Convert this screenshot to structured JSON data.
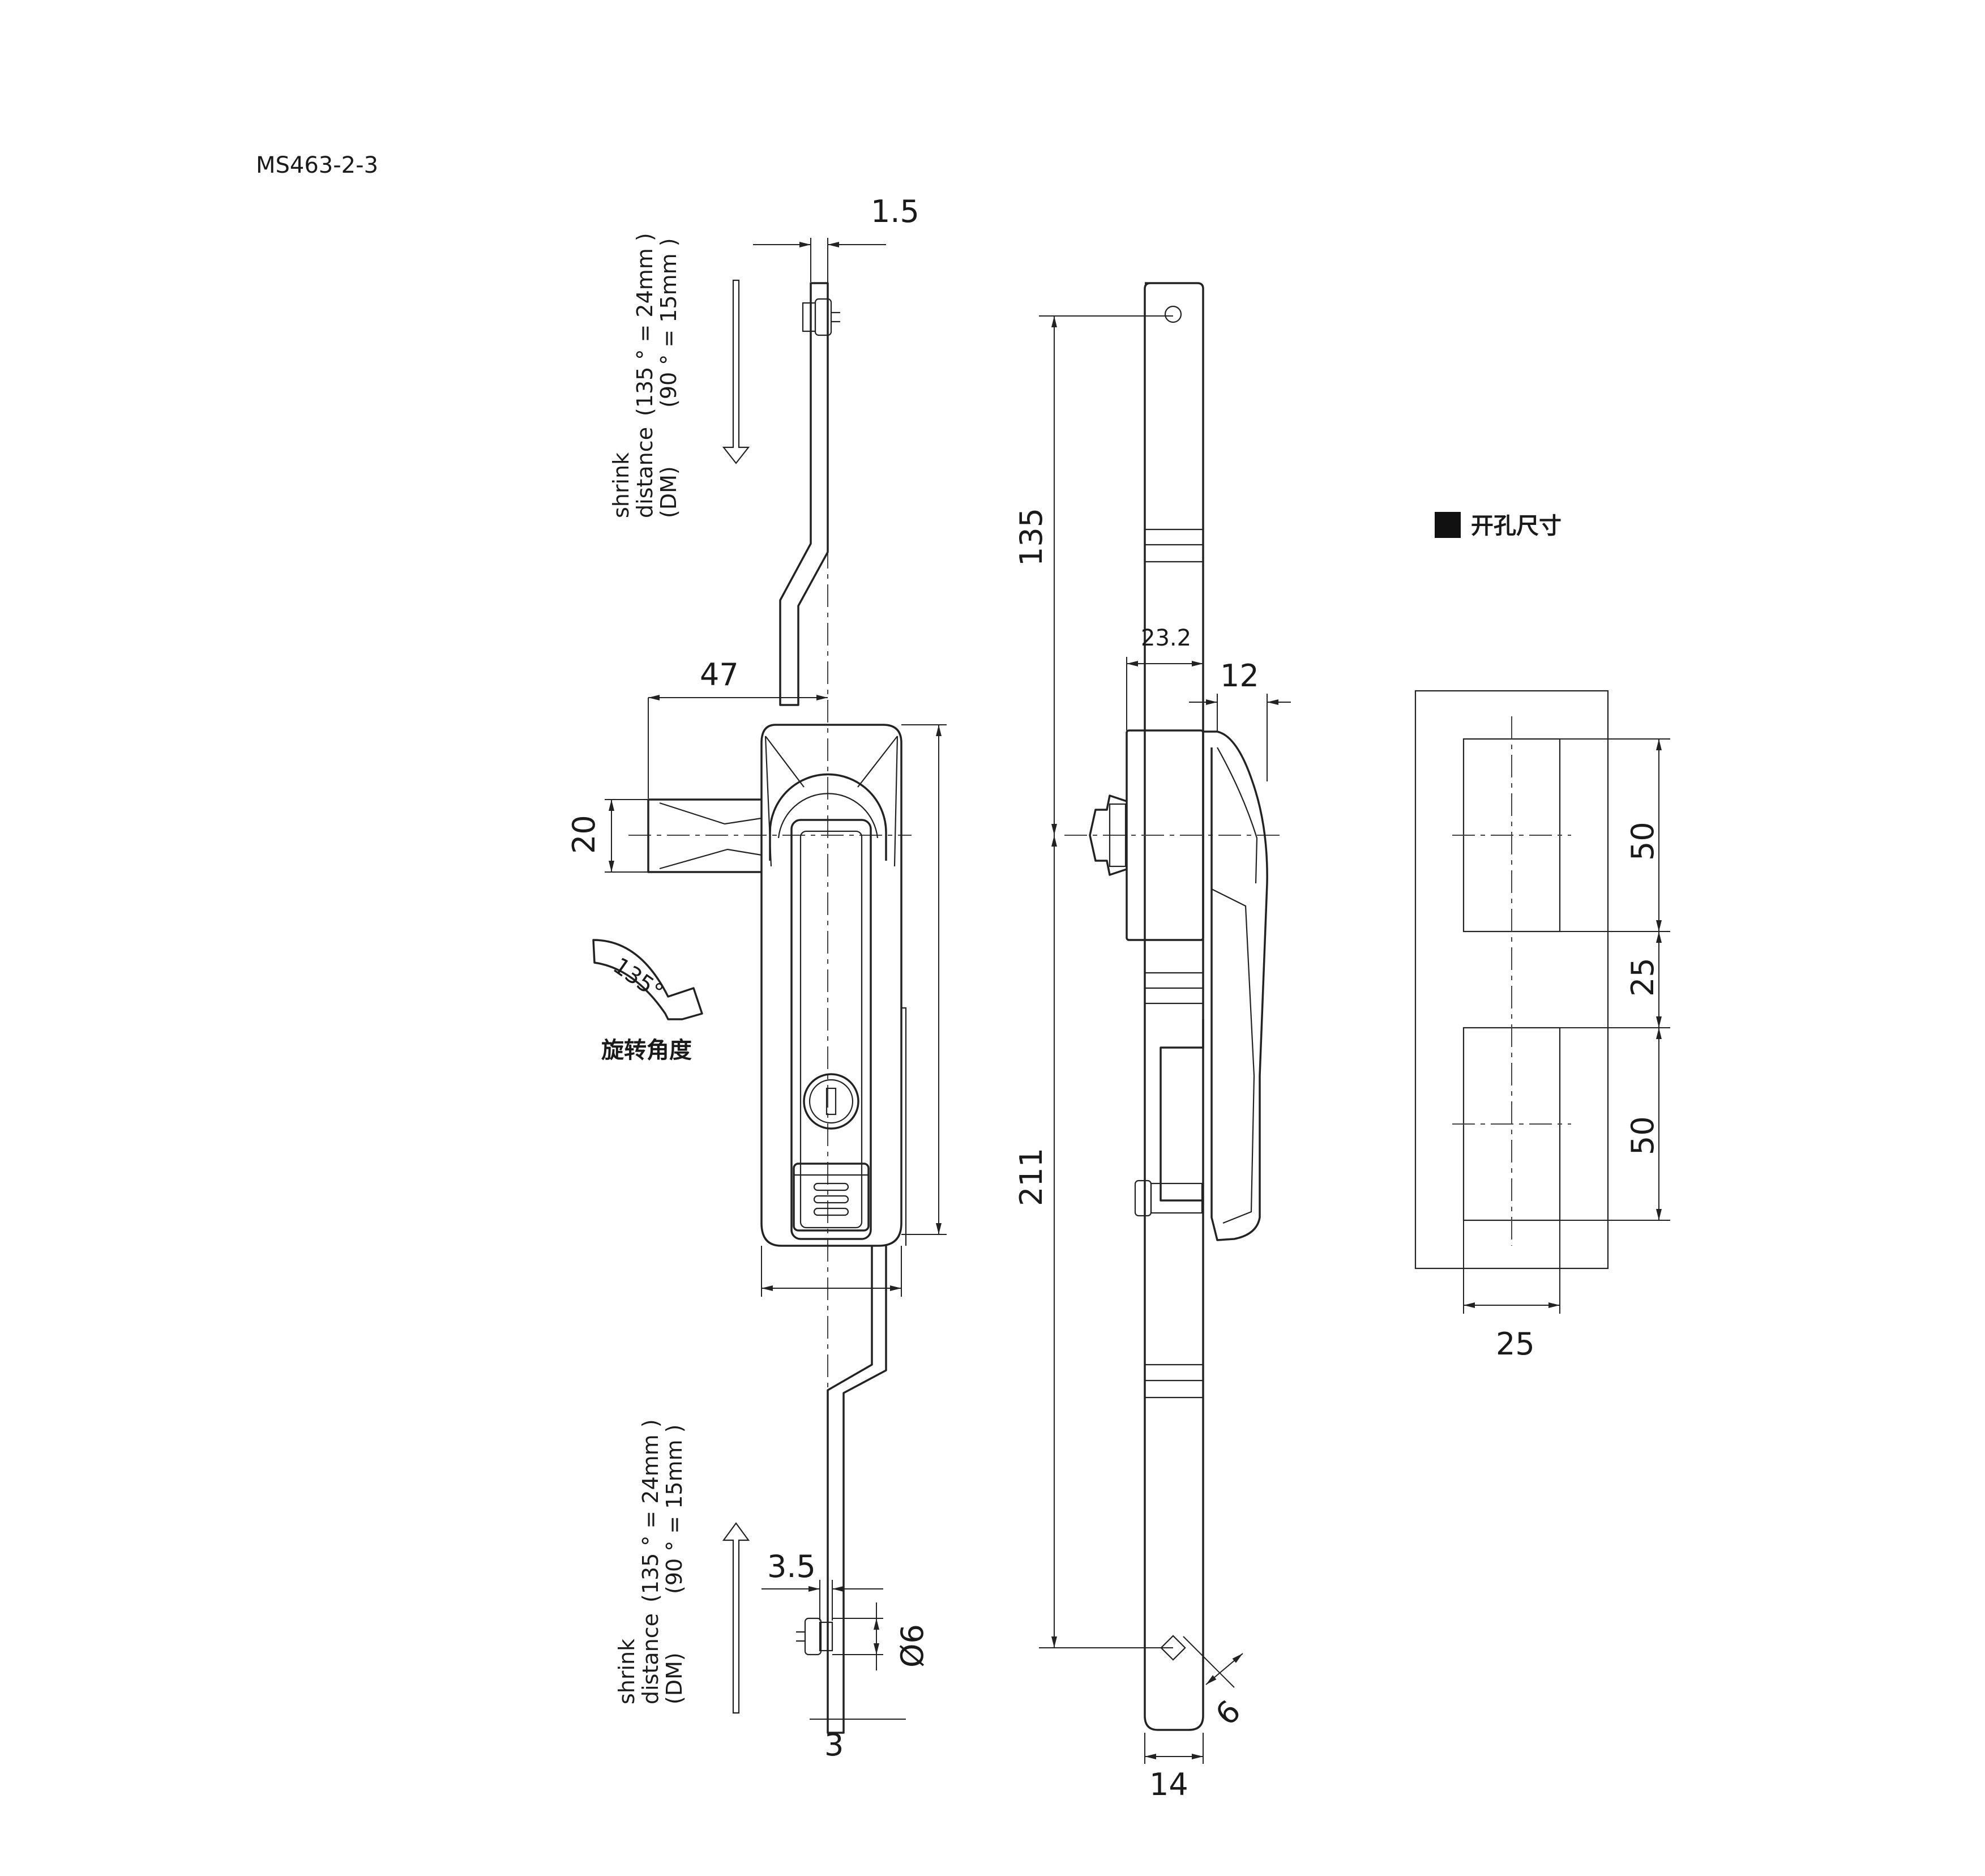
{
  "model": "MS463-2-3",
  "cutout_title": "开孔尺寸",
  "rotation": {
    "angle": "135°",
    "label": "旋转角度"
  },
  "shrink_note": {
    "line1": "shrink",
    "line2": "distance",
    "line3": "(DM)",
    "line4": "(135 ° = 24mm )",
    "line5": "(90 ° = 15mm )"
  },
  "dimensions": {
    "top_offset": "1.5",
    "width_47": "47",
    "height_20": "20",
    "upper_135": "135",
    "lower_211": "211",
    "d_23_2": "23.2",
    "d_12": "12",
    "pin_3_5": "3.5",
    "dia_6": "Ø6",
    "rod_3": "3",
    "hole_6": "6",
    "width_14": "14",
    "cut_50_top": "50",
    "cut_25_gap": "25",
    "cut_50_bottom": "50",
    "cut_width_25": "25"
  }
}
